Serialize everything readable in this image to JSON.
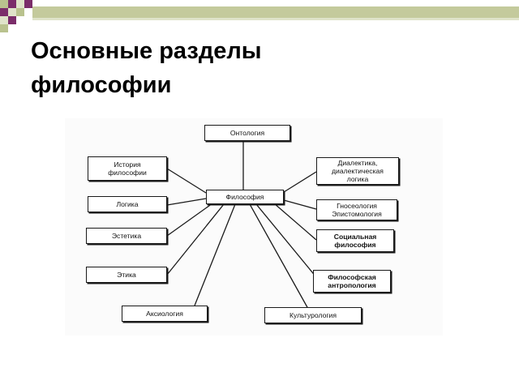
{
  "slide": {
    "title": "Основные разделы\nфилософии",
    "accent_color": "#7b2d6a",
    "checker_colors": [
      "#7b2d6a",
      "#b9c28e",
      "#dfe3c9"
    ]
  },
  "diagram": {
    "center": "Философия",
    "nodes": {
      "ontology": "Онтология",
      "history": "История\nфилософии",
      "logic": "Логика",
      "aesthetics": "Эстетика",
      "ethics": "Этика",
      "axiology": "Аксиология",
      "culturology": "Культурология",
      "dialectics": "Диалектика,\nдиалектическая\nлогика",
      "gnoseology": "Гносеология\nЭпистомология",
      "social": "Социальная\nфилософия",
      "anthropology": "Философская\nантропология"
    }
  }
}
